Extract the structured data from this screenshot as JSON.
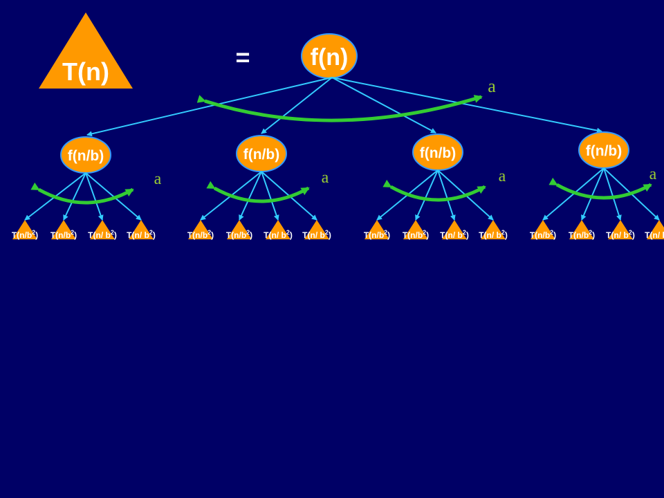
{
  "slide": {
    "lhs_triangle_label": "T(n)",
    "equals": "=",
    "root_label": "f(n)",
    "branch_factor_label": "a"
  },
  "level1": {
    "node_label": "f(n/b)",
    "branch_label": "a"
  },
  "level2": {
    "leaf_label_prefix": "T(n/b",
    "leaf_label_exponent": "2",
    "leaf_label_suffix": ")",
    "leaf_label_alt_prefix": "T(n/ b"
  },
  "colors": {
    "background": "#000066",
    "node_fill": "#ff9900",
    "node_stroke": "#3399ff",
    "edge": "#33ccff",
    "arc": "#33cc33",
    "text_light": "#ffffff",
    "text_dark": "#000066",
    "branch_text": "#99cc33"
  }
}
